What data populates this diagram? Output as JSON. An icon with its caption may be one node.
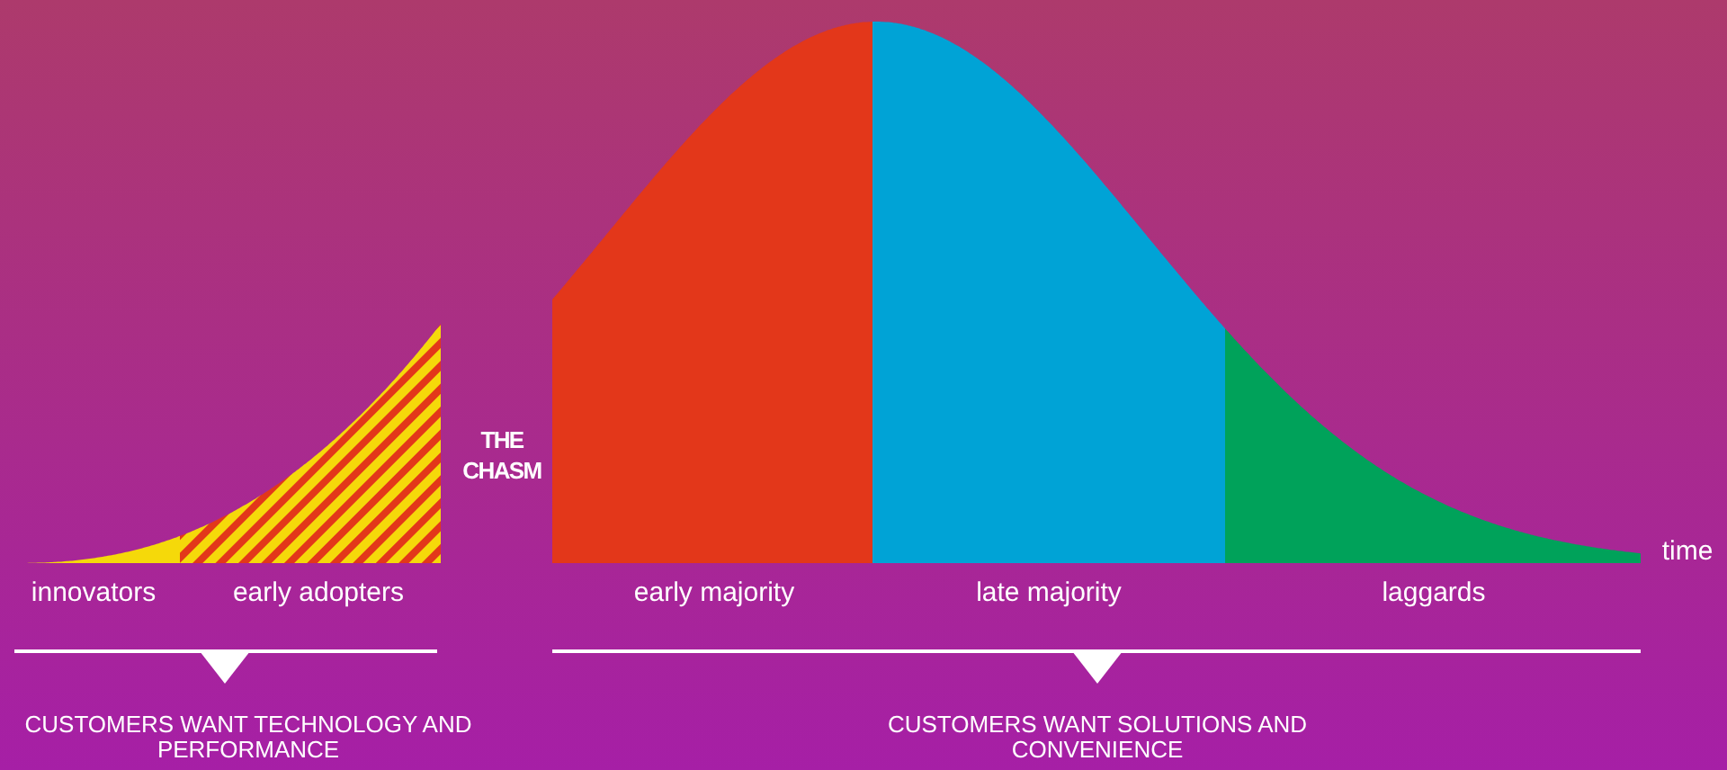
{
  "diagram": {
    "labels": [
      "THE CHASM",
      "innovators",
      "early adopters",
      "early majority",
      "late majority",
      "laggards",
      "time",
      "CUSTOMERS WANT TECHNOLOGY AND PERFORMANCE",
      "CUSTOMERS WANT SOLUTIONS AND CONVENIENCE"
    ]
  }
}
